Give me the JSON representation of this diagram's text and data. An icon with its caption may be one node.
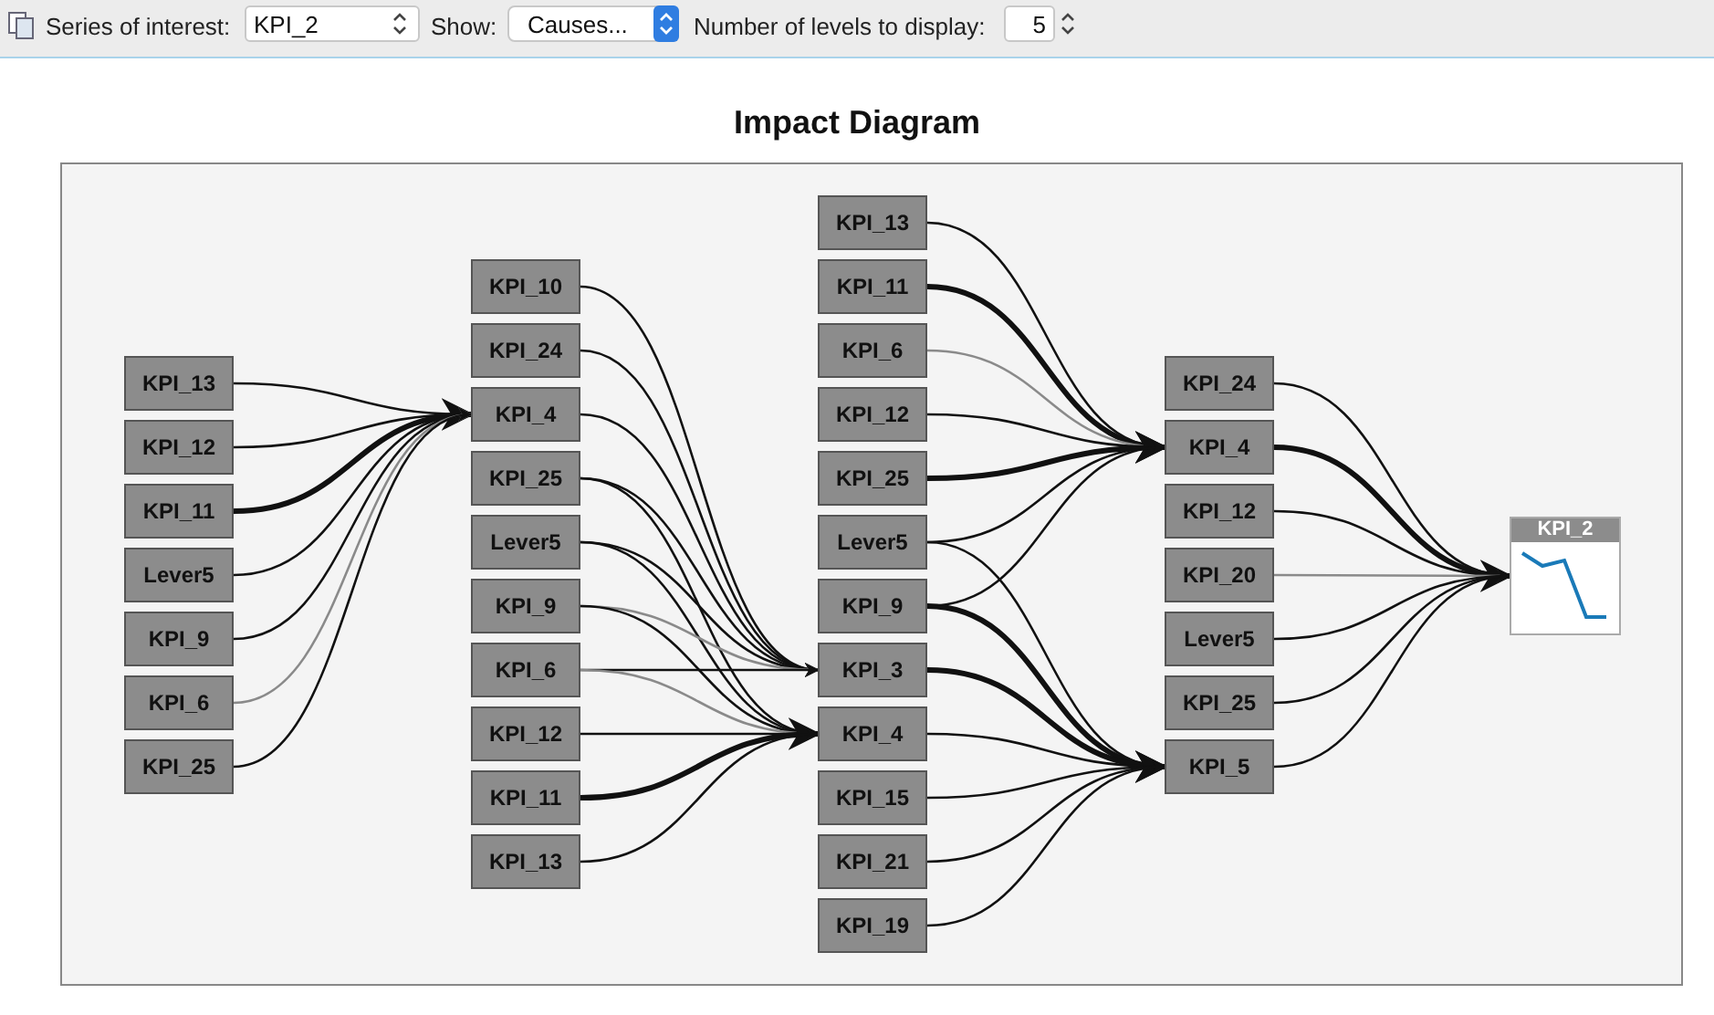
{
  "diagram": {
    "title": "Impact Diagram",
    "nodes": [
      {
        "text": [
          "KPI_13"
        ]
      },
      {
        "text": [
          "KPI_12"
        ]
      },
      {
        "text": [
          "KPI_11"
        ]
      },
      {
        "text": [
          "Lever5"
        ]
      },
      {
        "text": [
          "KPI_9"
        ]
      },
      {
        "text": [
          "KPI_6"
        ]
      },
      {
        "text": [
          "KPI_25"
        ]
      },
      {
        "text": [
          "KPI_10"
        ]
      },
      {
        "text": [
          "KPI_24"
        ]
      },
      {
        "text": [
          "KPI_4"
        ]
      },
      {
        "text": [
          "KPI_25"
        ]
      },
      {
        "text": [
          "Lever5"
        ]
      },
      {
        "text": [
          "KPI_9"
        ]
      },
      {
        "text": [
          "KPI_6"
        ]
      },
      {
        "text": [
          "KPI_12"
        ]
      },
      {
        "text": [
          "KPI_11"
        ]
      },
      {
        "text": [
          "KPI_13"
        ]
      },
      {
        "text": [
          "KPI_13"
        ]
      },
      {
        "text": [
          "KPI_11"
        ]
      },
      {
        "text": [
          "KPI_6"
        ]
      },
      {
        "text": [
          "KPI_12"
        ]
      },
      {
        "text": [
          "KPI_25"
        ]
      },
      {
        "text": [
          "Lever5"
        ]
      },
      {
        "text": [
          "KPI_9"
        ]
      },
      {
        "text": [
          "KPI_3"
        ]
      },
      {
        "text": [
          "KPI_4"
        ]
      },
      {
        "text": [
          "KPI_15"
        ]
      },
      {
        "text": [
          "KPI_21"
        ]
      },
      {
        "text": [
          "KPI_19"
        ]
      },
      {
        "text": [
          "KPI_24"
        ]
      },
      {
        "text": [
          "KPI_4"
        ]
      },
      {
        "text": [
          "KPI_12"
        ]
      },
      {
        "text": [
          "KPI_20"
        ]
      },
      {
        "text": [
          "Lever5"
        ]
      },
      {
        "text": [
          "KPI_25"
        ]
      },
      {
        "text": [
          "KPI_5"
        ]
      },
      {
        "text": [
          "KPI_2"
        ]
      }
    ],
    "edges": [
      {
        "from": 0,
        "to": 9,
        "arrow": "to"
      },
      {
        "from": 1,
        "to": 9,
        "arrow": "to"
      },
      {
        "from": 2,
        "to": 9,
        "arrow": "to",
        "style": "thick"
      },
      {
        "from": 3,
        "to": 9,
        "arrow": "to"
      },
      {
        "from": 4,
        "to": 9,
        "arrow": "to"
      },
      {
        "from": 5,
        "to": 9,
        "arrow": "to",
        "color": "#8a8a8a"
      },
      {
        "from": 6,
        "to": 9,
        "arrow": "to"
      },
      {
        "from": 7,
        "to": 24,
        "arrow": "to"
      },
      {
        "from": 8,
        "to": 24,
        "arrow": "to"
      },
      {
        "from": 9,
        "to": 24,
        "arrow": "to"
      },
      {
        "from": 10,
        "to": 24,
        "arrow": "to"
      },
      {
        "from": 10,
        "to": 25,
        "arrow": "to"
      },
      {
        "from": 11,
        "to": 24,
        "arrow": "to"
      },
      {
        "from": 11,
        "to": 25,
        "arrow": "to"
      },
      {
        "from": 12,
        "to": 24,
        "arrow": "to",
        "color": "#8a8a8a"
      },
      {
        "from": 12,
        "to": 25,
        "arrow": "to"
      },
      {
        "from": 13,
        "to": 24,
        "arrow": "to"
      },
      {
        "from": 13,
        "to": 25,
        "arrow": "to",
        "color": "#8a8a8a"
      },
      {
        "from": 14,
        "to": 25,
        "arrow": "to"
      },
      {
        "from": 15,
        "to": 25,
        "arrow": "to",
        "style": "thick"
      },
      {
        "from": 16,
        "to": 25,
        "arrow": "to"
      },
      {
        "from": 17,
        "to": 30,
        "arrow": "to"
      },
      {
        "from": 18,
        "to": 30,
        "arrow": "to",
        "style": "thick"
      },
      {
        "from": 19,
        "to": 30,
        "arrow": "to",
        "color": "#8a8a8a"
      },
      {
        "from": 20,
        "to": 30,
        "arrow": "to"
      },
      {
        "from": 21,
        "to": 30,
        "arrow": "to",
        "style": "thick"
      },
      {
        "from": 22,
        "to": 30,
        "arrow": "to"
      },
      {
        "from": 23,
        "to": 30,
        "arrow": "to"
      },
      {
        "from": 22,
        "to": 35,
        "arrow": "to"
      },
      {
        "from": 23,
        "to": 35,
        "arrow": "to",
        "style": "thick"
      },
      {
        "from": 24,
        "to": 35,
        "arrow": "to",
        "style": "thick"
      },
      {
        "from": 25,
        "to": 35,
        "arrow": "to"
      },
      {
        "from": 26,
        "to": 35,
        "arrow": "to"
      },
      {
        "from": 27,
        "to": 35,
        "arrow": "to"
      },
      {
        "from": 28,
        "to": 35,
        "arrow": "to"
      },
      {
        "from": 29,
        "to": 36,
        "arrow": "to"
      },
      {
        "from": 30,
        "to": 36,
        "arrow": "to",
        "style": "thick"
      },
      {
        "from": 31,
        "to": 36,
        "arrow": "to"
      },
      {
        "from": 32,
        "to": 36,
        "arrow": "to",
        "color": "#8a8a8a"
      },
      {
        "from": 33,
        "to": 36,
        "arrow": "to"
      },
      {
        "from": 34,
        "to": 36,
        "arrow": "to"
      },
      {
        "from": 35,
        "to": 36,
        "arrow": "to"
      }
    ],
    "labels": [
      "Series of interest:",
      "KPI_2",
      "Show:",
      "Causes...",
      "Number of levels to display:",
      "5"
    ]
  }
}
